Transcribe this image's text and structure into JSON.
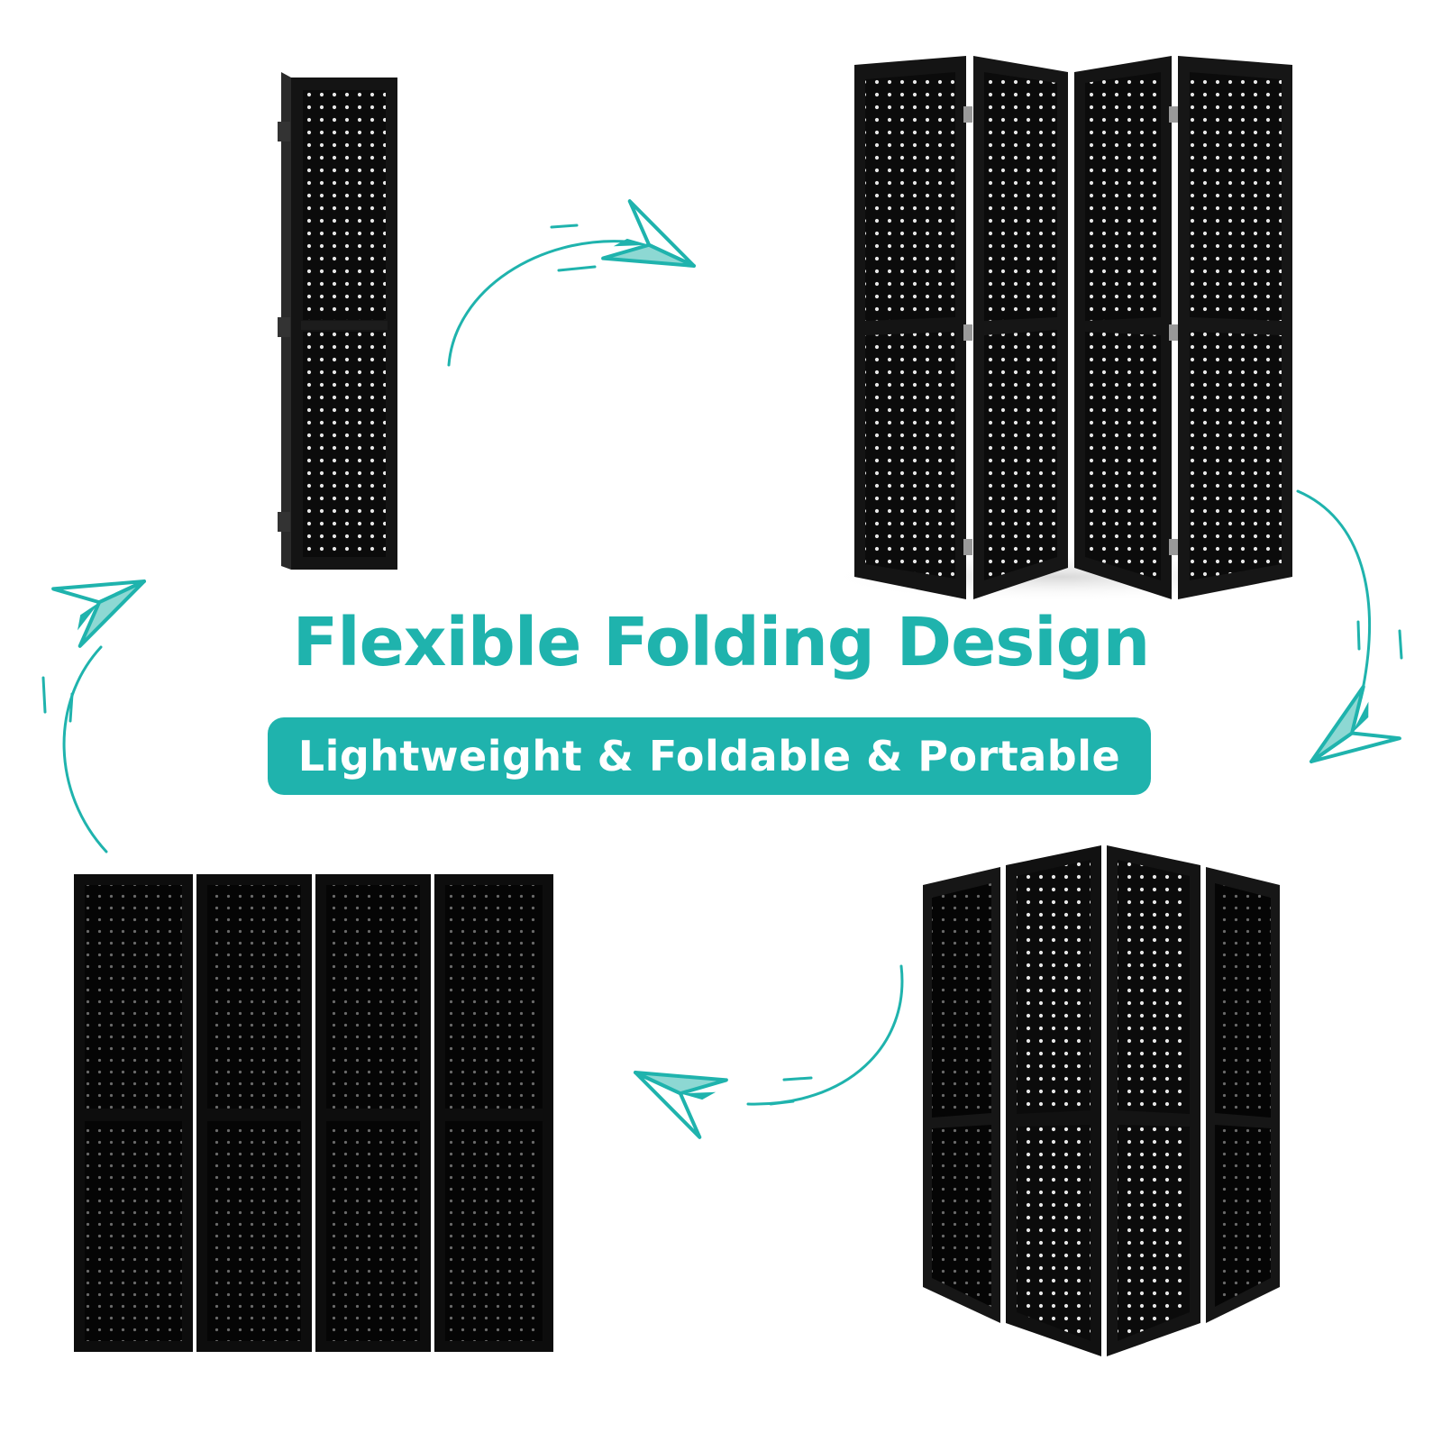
{
  "headline": "Flexible Folding Design",
  "tagline": "Lightweight & Foldable & Portable",
  "icons": {
    "arrow": "curved-motion-arrow-icon",
    "plane": "paper-plane-icon"
  },
  "screens": [
    {
      "name": "folded-screen",
      "panels": 1
    },
    {
      "name": "zigzag-screen",
      "panels": 4
    },
    {
      "name": "corner-screen",
      "panels": 4
    },
    {
      "name": "flat-screen",
      "panels": 4
    }
  ],
  "colors": {
    "accent": "#1fb3ad",
    "accent_light": "#8dd8d3",
    "frame": "#111111",
    "board": "#0b0b0b",
    "hole": "#e8e8e8",
    "background": "#ffffff"
  }
}
